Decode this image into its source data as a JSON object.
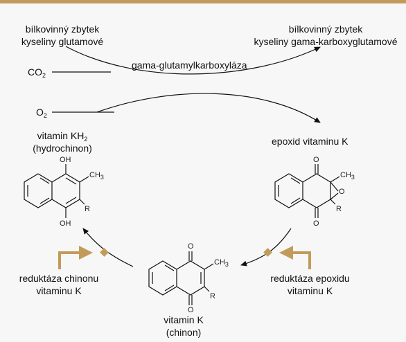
{
  "colors": {
    "accent": "#c29b5a",
    "panel_bg": "#f7f7f7",
    "line": "#111111"
  },
  "labels": {
    "protein_left_l1": "bílkovinný zbytek",
    "protein_left_l2": "kyseliny glutamové",
    "protein_right_l1": "bílkovinný zbytek",
    "protein_right_l2": "kyseliny gama-karboxyglutamové",
    "enzyme_carboxylase": "gama-glutamylkarboxyláza",
    "co2_main": "CO",
    "co2_sub": "2",
    "o2_main": "O",
    "o2_sub": "2",
    "hydroquinone_l1_main": "vitamin KH",
    "hydroquinone_l1_sub": "2",
    "hydroquinone_l2": "(hydrochinon)",
    "epoxide": "epoxid vitaminu K",
    "quinone_l1": "vitamin K",
    "quinone_l2": "(chinon)",
    "reductase_quinone_l1": "reduktáza chinonu",
    "reductase_quinone_l2": "vitaminu K",
    "reductase_epoxide_l1": "reduktáza epoxidu",
    "reductase_epoxide_l2": "vitaminu K"
  },
  "chem": {
    "oh": "OH",
    "ch3_main": "CH",
    "ch3_sub": "3",
    "r": "R",
    "o": "O"
  }
}
